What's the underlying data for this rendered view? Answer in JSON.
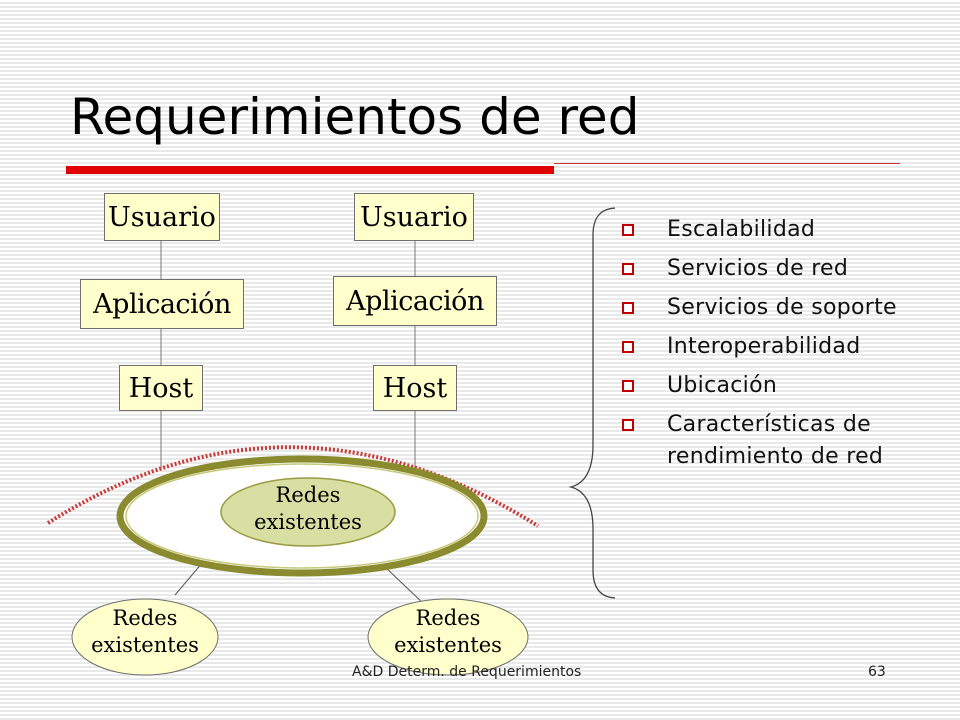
{
  "slide": {
    "title": "Requerimientos de red",
    "accent_color": "#e00000",
    "diagram": {
      "left_stack": {
        "user": "Usuario",
        "app": "Aplicación",
        "host": "Host"
      },
      "right_stack": {
        "user": "Usuario",
        "app": "Aplicación",
        "host": "Host"
      },
      "center_network": {
        "line1": "Redes",
        "line2": "existentes"
      },
      "left_network": {
        "line1": "Redes",
        "line2": "existentes"
      },
      "right_network": {
        "line1": "Redes",
        "line2": "existentes"
      }
    },
    "bullet_icon": "checkbox-bullet-icon",
    "requirements": [
      "Escalabilidad",
      "Servicios de red",
      "Servicios de soporte",
      "Interoperabilidad",
      "Ubicación",
      "Características de rendimiento de red"
    ],
    "footer": {
      "text": "A&D Determ. de Requerimientos",
      "page": "63"
    }
  }
}
